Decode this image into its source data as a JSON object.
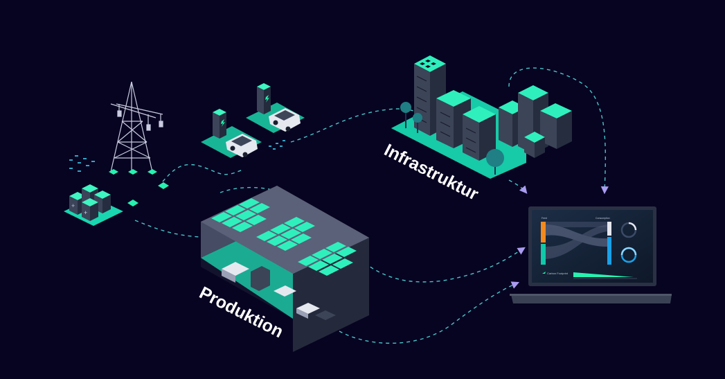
{
  "labels": {
    "infrastructure": "Infrastruktur",
    "production": "Produktion"
  },
  "dashboard": {
    "left_header": "Feed",
    "right_header": "Consumption",
    "footer_label": "Carbon Footprint"
  },
  "colors": {
    "background": "#070421",
    "accent_mint": "#27f2b0",
    "accent_teal": "#11c9a8",
    "dashed_line": "#49c6c8",
    "arrow_head": "#a99cf0",
    "dashboard_orange": "#f28a1e",
    "dashboard_blue": "#1aa0e8"
  }
}
